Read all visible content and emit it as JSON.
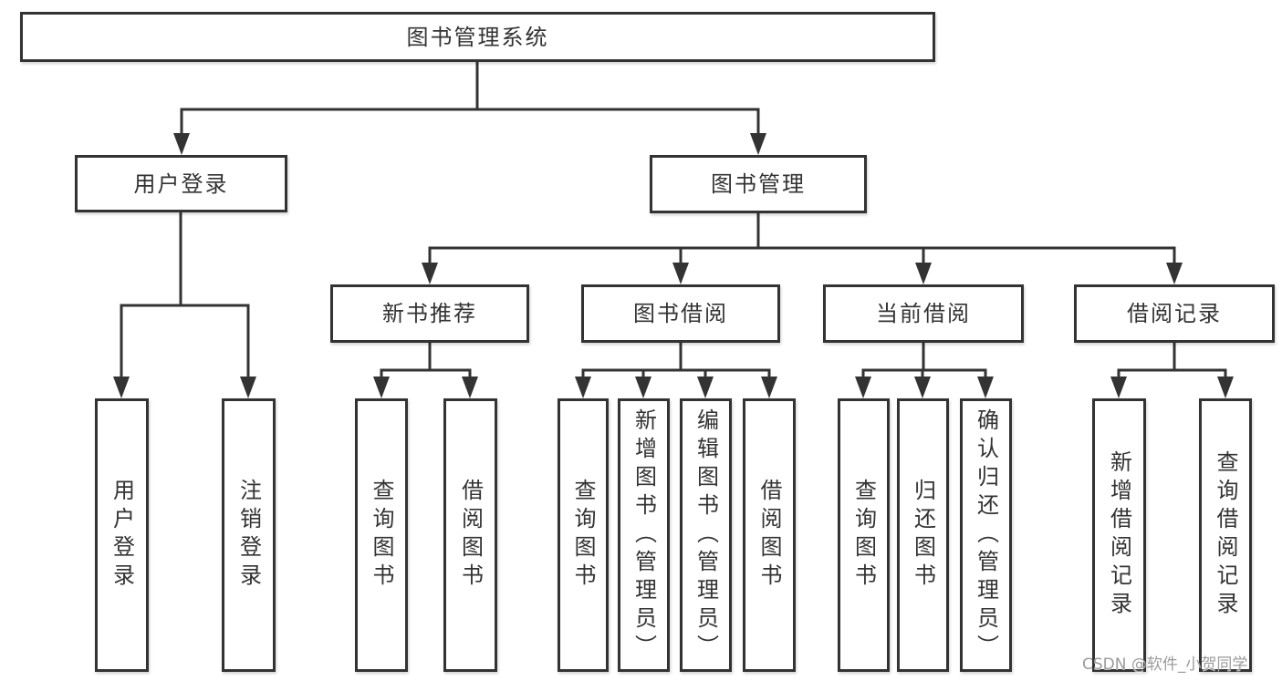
{
  "tree": {
    "label": "图书管理系统",
    "children": [
      {
        "label": "用户登录",
        "children": [
          {
            "label": "用户登录"
          },
          {
            "label": "注销登录"
          }
        ]
      },
      {
        "label": "图书管理",
        "children": [
          {
            "label": "新书推荐",
            "children": [
              {
                "label": "查询图书"
              },
              {
                "label": "借阅图书"
              }
            ]
          },
          {
            "label": "图书借阅",
            "children": [
              {
                "label": "查询图书"
              },
              {
                "label": "新增图书（管理员）"
              },
              {
                "label": "编辑图书（管理员）"
              },
              {
                "label": "借阅图书"
              }
            ]
          },
          {
            "label": "当前借阅",
            "children": [
              {
                "label": "查询图书"
              },
              {
                "label": "归还图书"
              },
              {
                "label": "确认归还（管理员）"
              }
            ]
          },
          {
            "label": "借阅记录",
            "children": [
              {
                "label": "新增借阅记录"
              },
              {
                "label": "查询借阅记录"
              }
            ]
          }
        ]
      }
    ]
  },
  "watermark": {
    "text": "CSDN @软件_小贺同学"
  },
  "colors": {
    "line": "#333333",
    "box_border": "#333333",
    "text": "#333333",
    "background": "#ffffff",
    "watermark": "#9b9b9b"
  }
}
